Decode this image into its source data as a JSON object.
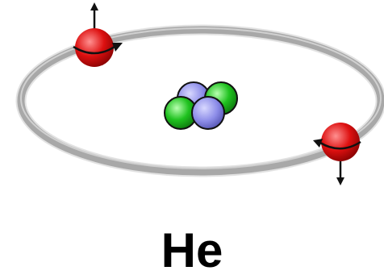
{
  "diagram": {
    "element_symbol": "He",
    "nucleus": {
      "protons": 2,
      "neutrons": 2,
      "proton_color": "#1fc21f",
      "neutron_color": "#8c8ce8"
    },
    "electrons": [
      {
        "spin": "up",
        "color": "#dd1010"
      },
      {
        "spin": "down",
        "color": "#dd1010"
      }
    ],
    "orbit_color": "#a8a8a8"
  }
}
